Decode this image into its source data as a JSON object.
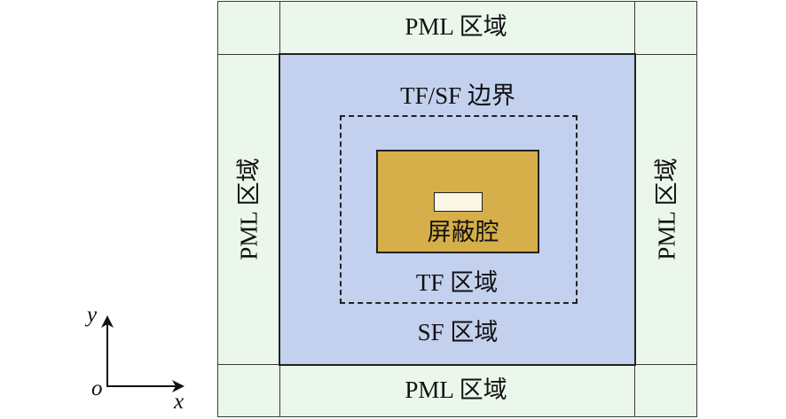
{
  "labels": {
    "pml_top": "PML 区域",
    "pml_bottom": "PML 区域",
    "pml_left": "PML 区域",
    "pml_right": "PML 区域",
    "tfsf_boundary": "TF/SF 边界",
    "cavity": "屏蔽腔",
    "tf_region": "TF 区域",
    "sf_region": "SF 区域"
  },
  "axes": {
    "x": "x",
    "y": "y",
    "origin": "o"
  },
  "colors": {
    "pml": "#ebf7ea",
    "sf_region": "#c3d0ee",
    "cavity": "#d6ae4a",
    "aperture": "#fbf6e6"
  }
}
